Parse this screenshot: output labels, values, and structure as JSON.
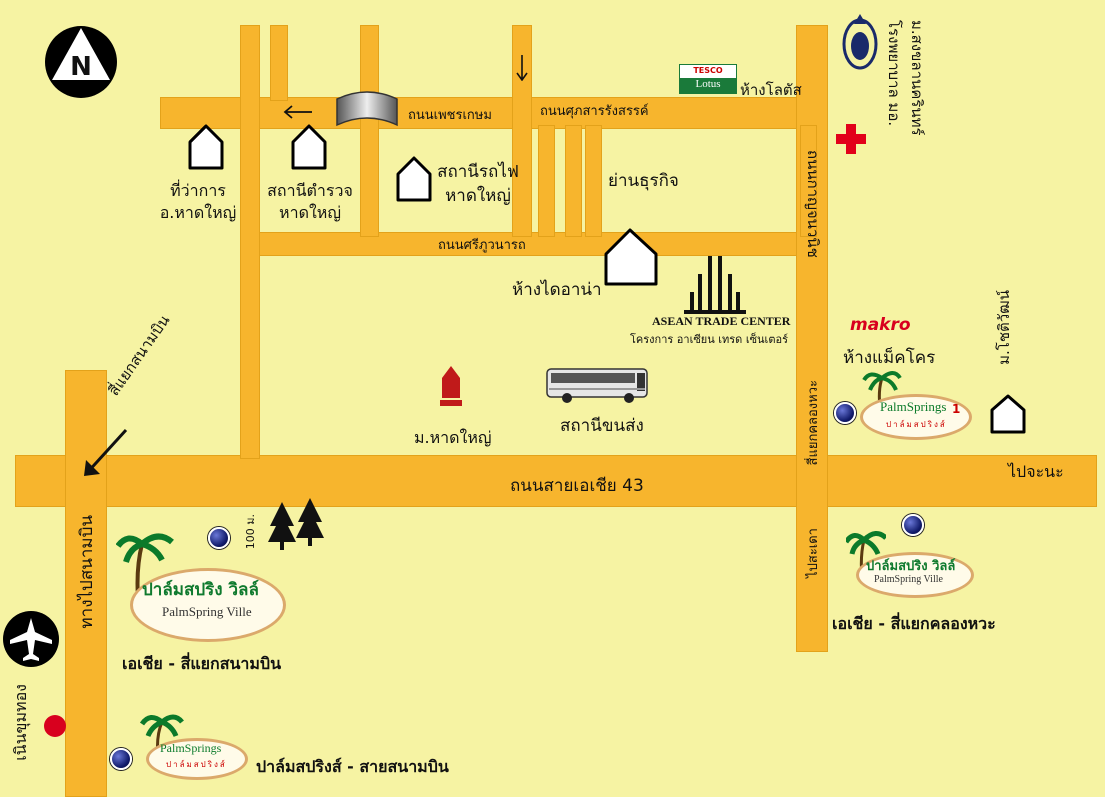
{
  "north_label": "N",
  "roads": {
    "phet_kasem": "ถนนเพชรเกษม",
    "sukhasan": "ถนนศุภสารรังสรรค์",
    "siphuwanat": "ถนนศรีภูวนารถ",
    "asia43": "ถนนสายเอเชีย 43",
    "kanchanawanit": "ถนนกาญจนวนิช",
    "to_airport": "ทางไปสนามบิน",
    "airport_junction": "สี่แยกสนามบิน",
    "khlong_hae_junction": "สี่แยกคลองหวะ",
    "to_sadao": "ไปสะเดา",
    "to_chana": "ไปจะนะ",
    "distance_100m": "100 ม."
  },
  "places": {
    "district_office": "ที่ว่าการ\nอ.หาดใหญ่",
    "police_station": "สถานีตำรวจ\nหาดใหญ่",
    "train_station": "สถานีรถไฟ\nหาดใหญ่",
    "business_district": "ย่านธุรกิจ",
    "diana": "ห้างไดอาน่า",
    "tesco_lotus": "ห้างโลตัส",
    "hospital": "โรงพยาบาล มอ.",
    "psu": "ม.สงขลานครินทร์",
    "asean_trade_center": "ASEAN TRADE CENTER",
    "asean_trade_center_th": "โครงการ อาเซียน เทรด เซ็นเตอร์",
    "makro_brand": "makro",
    "makro": "ห้างแม็คโคร",
    "techno": "ม.โชติวัฒน์",
    "hatyai_univ": "ม.หาดใหญ่",
    "bus_terminal": "สถานีขนส่ง",
    "nhon_khum_thong": "เนินขุมทอง",
    "tesco_word": "TESCO",
    "lotus_word": "Lotus"
  },
  "projects": {
    "palmsprings1_en": "PalmSprings",
    "palmsprings1_num": "1",
    "palmsprings_th_small": "ปาล์มสปริงส์",
    "ville_th": "ปาล์มสปริง วิลล์",
    "ville_en": "PalmSpring Ville",
    "ville2_th": "ปาล์มสปริง วิลล์",
    "ville2_en": "PalmSpring Ville",
    "caption_airport": "เอเชีย - สี่แยกสนามบิน",
    "caption_khlonghae": "เอเชีย - สี่แยกคลองหวะ",
    "caption_palmsprings_airport": "ปาล์มสปริงส์ - สายสนามบิน",
    "ps_en": "PalmSprings",
    "ps_th_small": "ปาล์มสปริงส์"
  },
  "colors": {
    "background": "#f6f3a3",
    "road": "#f7b52d",
    "makro": "#d8001e",
    "red_cross": "#e2001a",
    "project_dot": "#101a6a",
    "ville_text": "#0f7a2e"
  },
  "icons": [
    "north-arrow-icon",
    "building-icon",
    "red-cross-icon",
    "airplane-icon",
    "bus-icon",
    "tree-icon",
    "palm-tree-icon",
    "location-dot-icon",
    "arrow-left-icon",
    "arrow-down-icon",
    "arrow-southwest-icon"
  ]
}
